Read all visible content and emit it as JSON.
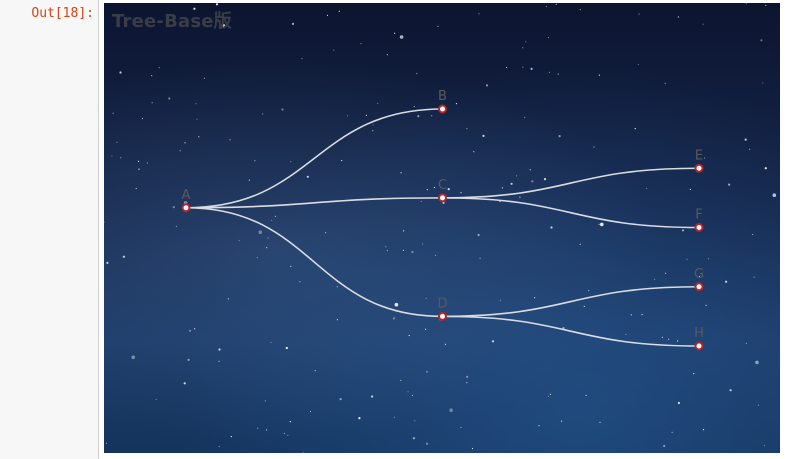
{
  "cell": {
    "prompt": "Out[18]:"
  },
  "chart": {
    "title": "Tree-Base版",
    "tree": {
      "name": "A",
      "children": [
        {
          "name": "B",
          "children": []
        },
        {
          "name": "C",
          "children": [
            {
              "name": "E",
              "children": []
            },
            {
              "name": "F",
              "children": []
            }
          ]
        },
        {
          "name": "D",
          "children": [
            {
              "name": "G",
              "children": []
            },
            {
              "name": "H",
              "children": []
            }
          ]
        }
      ]
    },
    "colors": {
      "edge": "#d9dde3",
      "node_fill": "#ffffff",
      "node_stroke": "#b5262b",
      "label": "#5a5a5a",
      "background": "#15264a"
    }
  }
}
